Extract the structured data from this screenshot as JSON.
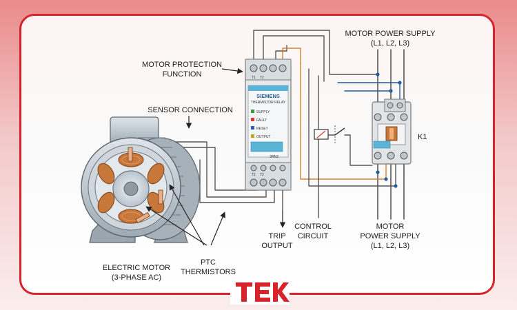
{
  "labels": {
    "motor_power_supply_top": [
      "MOTOR POWER SUPPLY",
      "(L1, L2, L3)"
    ],
    "motor_protection_function": [
      "MOTOR PROTECTION",
      "FUNCTION"
    ],
    "sensor_connection": "SENSOR CONNECTION",
    "electric_motor": [
      "ELECTRIC MOTOR",
      "(3-PHASE AC)"
    ],
    "ptc_thermistors": [
      "PTC",
      "THERMISTORS"
    ],
    "trip_output": [
      "TRIP",
      "OUTPUT"
    ],
    "control_circuit": [
      "CONTROL",
      "CIRCUIT"
    ],
    "motor_power_supply_bottom": [
      "MOTOR",
      "POWER SUPPLY",
      "(L1, L2, L3)"
    ],
    "contactor_id": "K1"
  },
  "relay": {
    "brand": "SIEMENS",
    "type": "THERMISTOR RELAY",
    "model": "3RN2",
    "top_terminals": [
      "T1",
      "T2"
    ],
    "bottom_terminals": [
      "T1",
      "T2"
    ],
    "indicators": [
      {
        "label": "SUPPLY",
        "color": "#3c9a3c"
      },
      {
        "label": "FAULT",
        "color": "#d23a2a"
      },
      {
        "label": "RESET",
        "color": "#2a5fb0"
      },
      {
        "label": "OUTPUT",
        "color": "#c7a21f"
      }
    ]
  },
  "colors": {
    "frame": "#d8232a",
    "wire_gray": "#555555",
    "wire_orange": "#d9822b",
    "wire_blue": "#1f5f9c",
    "copper": "#c8773a",
    "relay_accent": "#5ab4d6"
  }
}
